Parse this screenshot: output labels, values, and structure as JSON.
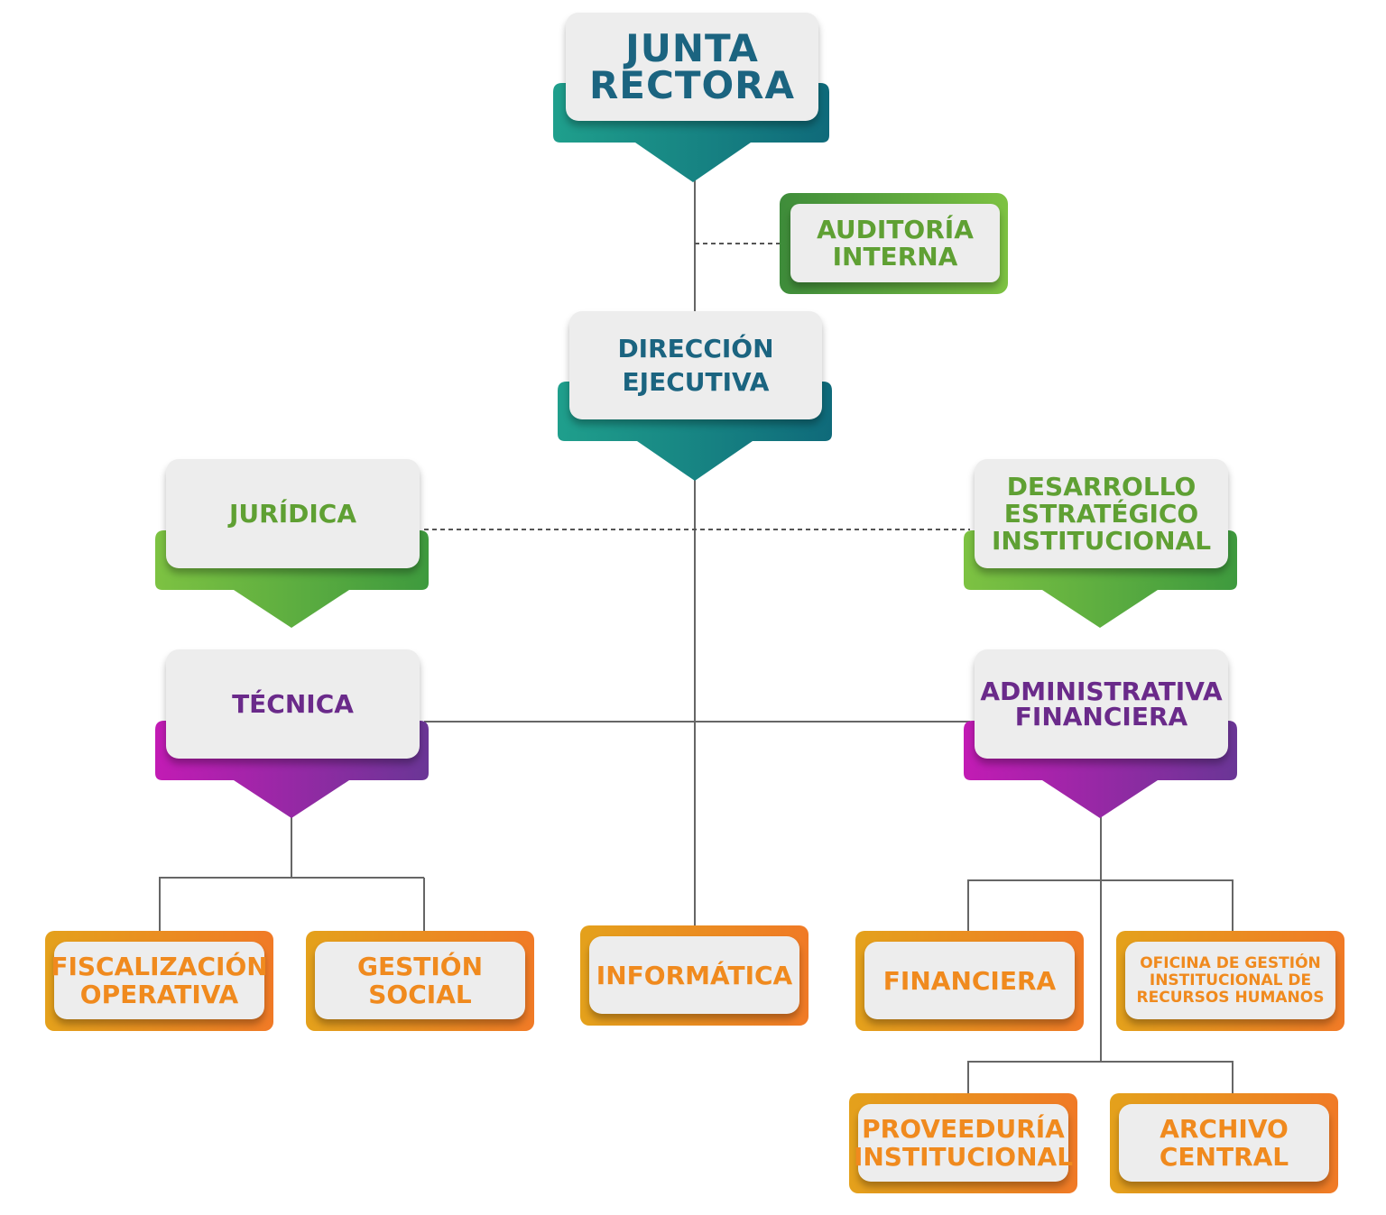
{
  "nodes": {
    "junta": "JUNTA\nRECTORA",
    "auditoria": "AUDITORÍA\nINTERNA",
    "direccion": "DIRECCIÓN\nEJECUTIVA",
    "juridica": "JURÍDICA",
    "desarrollo": "DESARROLLO\nESTRATÉGICO\nINSTITUCIONAL",
    "tecnica": "TÉCNICA",
    "administrativa": "ADMINISTRATIVA\nFINANCIERA",
    "fiscalizacion": "FISCALIZACIÓN\nOPERATIVA",
    "gestion_social": "GESTIÓN\nSOCIAL",
    "informatica": "INFORMÁTICA",
    "financiera": "FINANCIERA",
    "oficina_rrhh": "OFICINA DE GESTIÓN\nINSTITUCIONAL DE\nRECURSOS HUMANOS",
    "proveeduria": "PROVEEDURÍA\nINSTITUCIONAL",
    "archivo": "ARCHIVO\nCENTRAL"
  },
  "colors": {
    "teal": "#157f80",
    "green": "#5fa033",
    "purple": "#7a2e97",
    "magenta": "#b51fb8",
    "orange": "#f08a1e",
    "gold": "#e4a11c"
  }
}
